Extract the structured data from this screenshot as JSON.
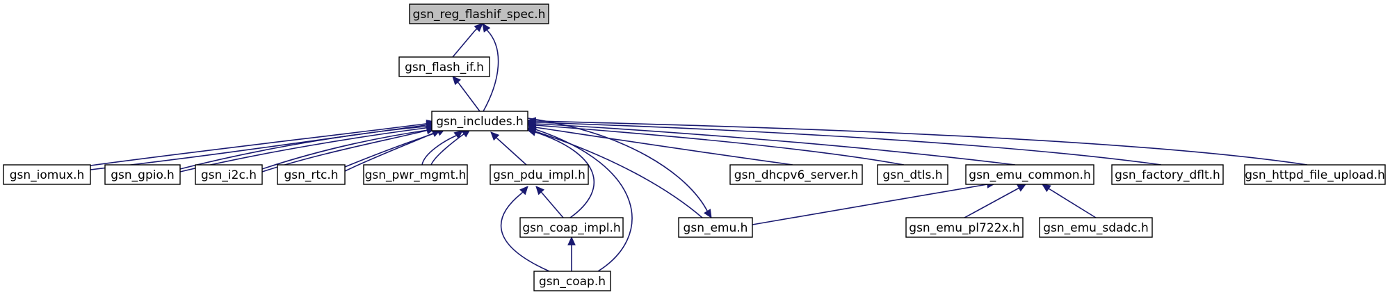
{
  "diagram": {
    "colors": {
      "edge": "#191970",
      "root_fill": "#bfbfbf",
      "node_fill": "#ffffff",
      "node_border": "#000000"
    },
    "nodes": [
      {
        "id": "reg_flashif_spec",
        "label": "gsn_reg_flashif_spec.h",
        "root": true
      },
      {
        "id": "flash_if",
        "label": "gsn_flash_if.h"
      },
      {
        "id": "includes",
        "label": "gsn_includes.h"
      },
      {
        "id": "iomux",
        "label": "gsn_iomux.h"
      },
      {
        "id": "gpio",
        "label": "gsn_gpio.h"
      },
      {
        "id": "i2c",
        "label": "gsn_i2c.h"
      },
      {
        "id": "rtc",
        "label": "gsn_rtc.h"
      },
      {
        "id": "pwr_mgmt",
        "label": "gsn_pwr_mgmt.h"
      },
      {
        "id": "pdu_impl",
        "label": "gsn_pdu_impl.h"
      },
      {
        "id": "dhcpv6_server",
        "label": "gsn_dhcpv6_server.h"
      },
      {
        "id": "dtls",
        "label": "gsn_dtls.h"
      },
      {
        "id": "emu_common",
        "label": "gsn_emu_common.h"
      },
      {
        "id": "factory_dflt",
        "label": "gsn_factory_dflt.h"
      },
      {
        "id": "httpd_file_upload",
        "label": "gsn_httpd_file_upload.h"
      },
      {
        "id": "coap_impl",
        "label": "gsn_coap_impl.h"
      },
      {
        "id": "emu",
        "label": "gsn_emu.h"
      },
      {
        "id": "emu_pl722x",
        "label": "gsn_emu_pl722x.h"
      },
      {
        "id": "emu_sdadc",
        "label": "gsn_emu_sdadc.h"
      },
      {
        "id": "coap",
        "label": "gsn_coap.h"
      }
    ],
    "edges": [
      {
        "from": "flash_if",
        "to": "reg_flashif_spec"
      },
      {
        "from": "includes",
        "to": "reg_flashif_spec"
      },
      {
        "from": "includes",
        "to": "flash_if"
      },
      {
        "from": "iomux",
        "to": "includes"
      },
      {
        "from": "gpio",
        "to": "includes"
      },
      {
        "from": "i2c",
        "to": "includes"
      },
      {
        "from": "rtc",
        "to": "includes"
      },
      {
        "from": "pwr_mgmt",
        "to": "includes"
      },
      {
        "from": "pdu_impl",
        "to": "includes"
      },
      {
        "from": "dhcpv6_server",
        "to": "includes"
      },
      {
        "from": "dtls",
        "to": "includes"
      },
      {
        "from": "emu_common",
        "to": "includes"
      },
      {
        "from": "factory_dflt",
        "to": "includes"
      },
      {
        "from": "httpd_file_upload",
        "to": "includes"
      },
      {
        "from": "coap_impl",
        "to": "includes"
      },
      {
        "from": "emu",
        "to": "includes"
      },
      {
        "from": "coap",
        "to": "includes"
      },
      {
        "from": "iomux",
        "to": "gpio"
      },
      {
        "from": "gpio",
        "to": "i2c"
      },
      {
        "from": "i2c",
        "to": "rtc"
      },
      {
        "from": "rtc",
        "to": "pwr_mgmt"
      },
      {
        "from": "pwr_mgmt",
        "to": "includes"
      },
      {
        "from": "coap_impl",
        "to": "pdu_impl"
      },
      {
        "from": "coap",
        "to": "pdu_impl"
      },
      {
        "from": "coap",
        "to": "coap_impl"
      },
      {
        "from": "includes",
        "to": "emu"
      },
      {
        "from": "emu",
        "to": "emu_common"
      },
      {
        "from": "emu_pl722x",
        "to": "emu_common"
      },
      {
        "from": "emu_sdadc",
        "to": "emu_common"
      }
    ]
  }
}
